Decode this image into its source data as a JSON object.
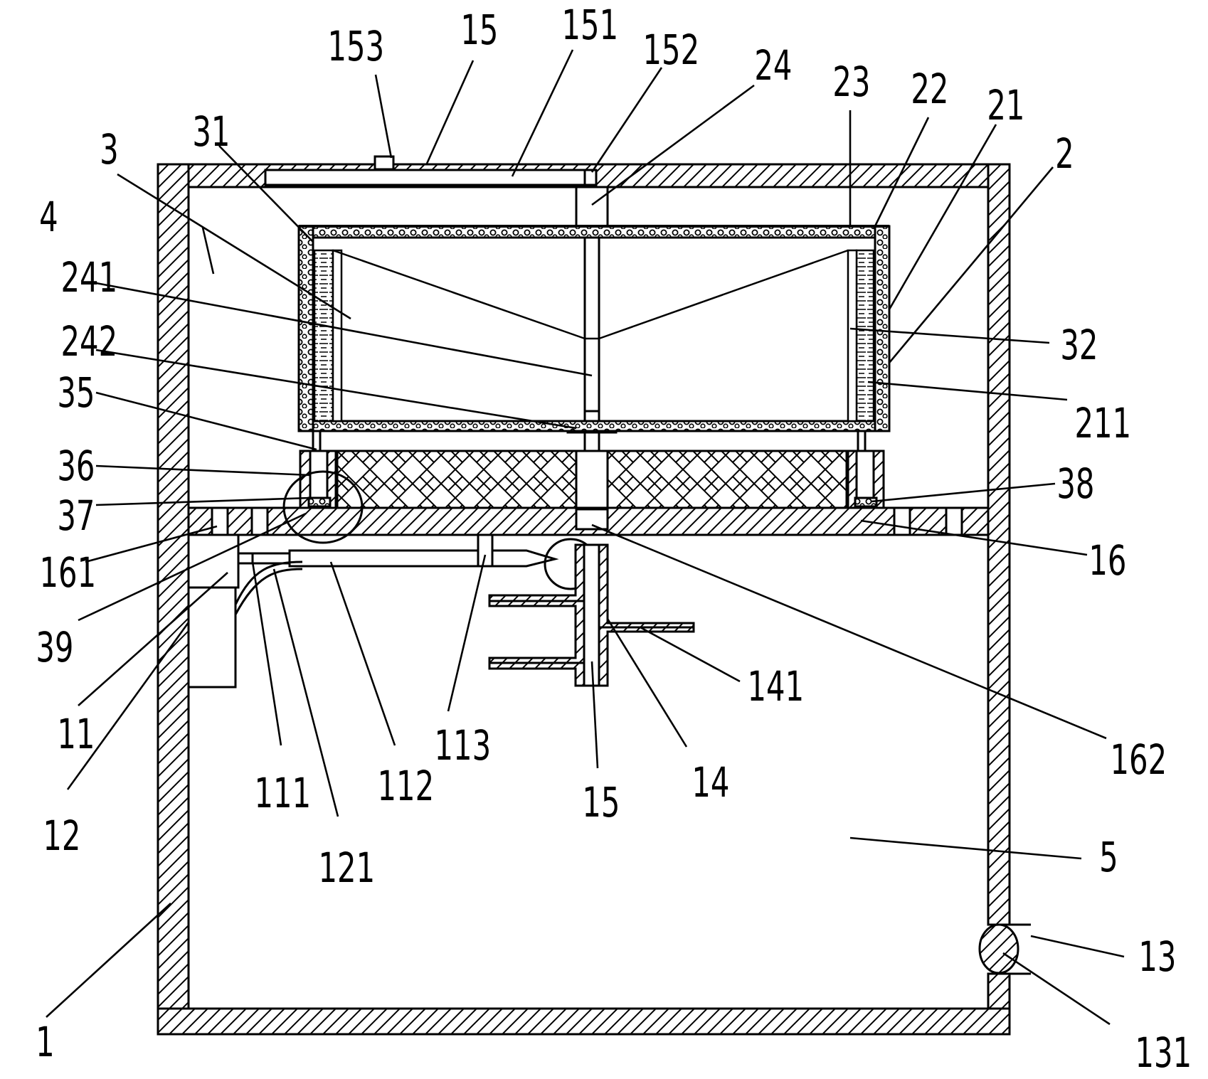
{
  "labels": {
    "l153": "153",
    "l15top": "15",
    "l151": "151",
    "l152": "152",
    "l24": "24",
    "l23": "23",
    "l22": "22",
    "l21": "21",
    "l2": "2",
    "l31": "31",
    "l3": "3",
    "l4": "4",
    "l241": "241",
    "l242": "242",
    "l35": "35",
    "l36": "36",
    "l37": "37",
    "l161": "161",
    "l39": "39",
    "l11": "11",
    "l12": "12",
    "l111": "111",
    "l121": "121",
    "l112": "112",
    "l113": "113",
    "l15bot": "15",
    "l14": "14",
    "l141": "141",
    "l162": "162",
    "l16": "16",
    "l38": "38",
    "l32": "32",
    "l211": "211",
    "l5": "5",
    "l13": "13",
    "l131": "131",
    "l1": "1"
  }
}
